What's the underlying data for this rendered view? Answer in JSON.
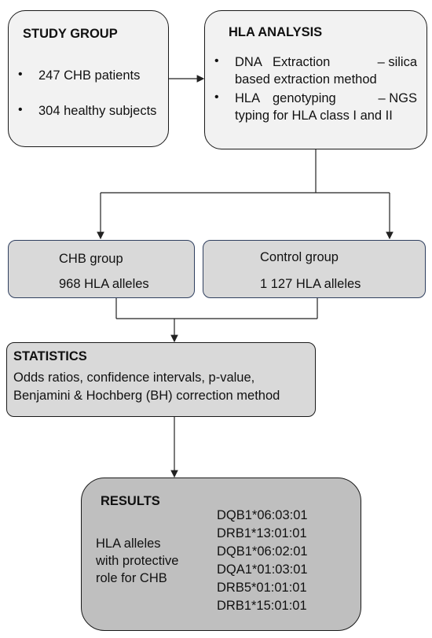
{
  "study_group": {
    "title": "STUDY GROUP",
    "items": [
      "247 CHB patients",
      "304 healthy subjects"
    ]
  },
  "hla_analysis": {
    "title": "HLA ANALYSIS",
    "items": [
      {
        "line1_left": "DNA",
        "line1_mid": "Extraction",
        "line1_right": "– silica",
        "line2": "based extraction method"
      },
      {
        "line1_left": "HLA",
        "line1_mid": "genotyping",
        "line1_right": "– NGS",
        "line2": "typing for HLA class I and II"
      }
    ]
  },
  "chb_group": {
    "title": "CHB group",
    "count": "968 HLA alleles"
  },
  "control_group": {
    "title": "Control group",
    "count": "1 127 HLA alleles"
  },
  "statistics": {
    "title": "STATISTICS",
    "line1": "Odds ratios, confidence intervals, p-value,",
    "line2": "Benjamini & Hochberg (BH) correction method"
  },
  "results": {
    "title": "RESULTS",
    "description": [
      "HLA alleles",
      "with protective",
      "role for CHB"
    ],
    "alleles": [
      "DQB1*06:03:01",
      "DRB1*13:01:01",
      "DQB1*06:02:01",
      "DQA1*01:03:01",
      "DRB5*01:01:01",
      "DRB1*15:01:01"
    ]
  },
  "bullet_char": "•",
  "colors": {
    "box_light": "#f2f2f2",
    "box_grey": "#d9d9d9",
    "results_fill": "#bfbfbf",
    "group_border": "#2f3f5f"
  }
}
